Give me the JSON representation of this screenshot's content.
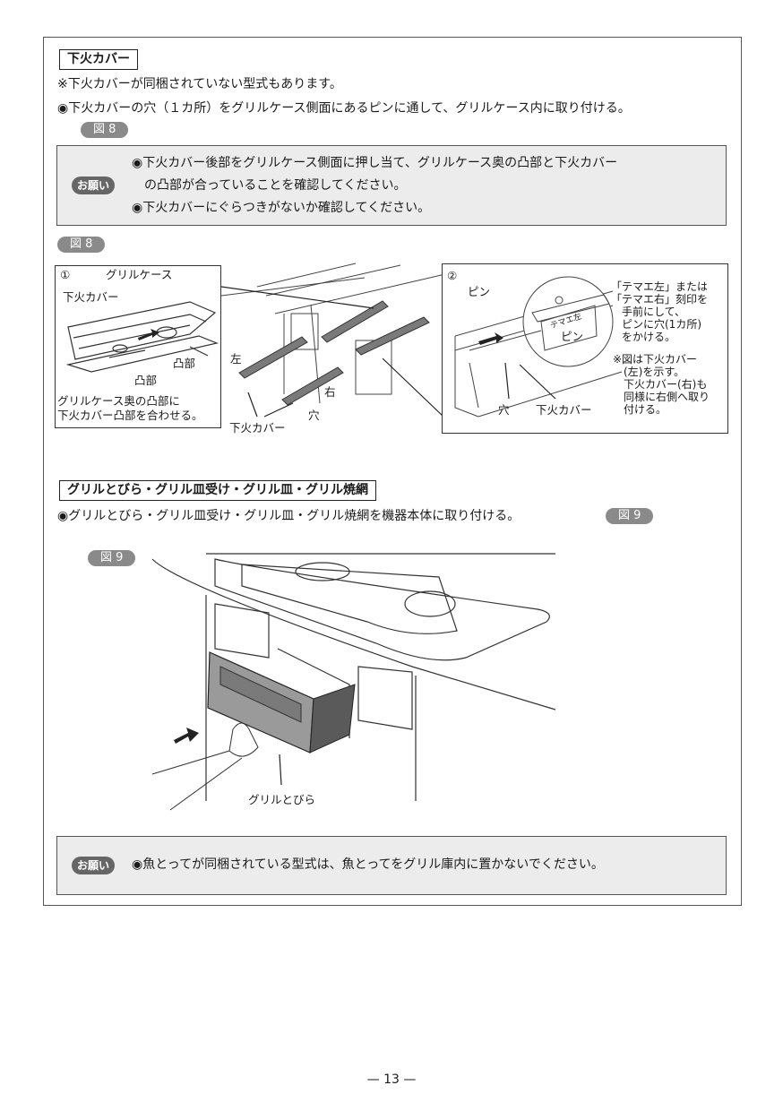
{
  "section1": {
    "title": "下火カバー",
    "note": "※下火カバーが同梱されていない型式もあります。",
    "instruction": "◉下火カバーの穴（１カ所）をグリルケース側面にあるピンに通して、グリルケース内に取り付ける。",
    "fig_ref": "図 8",
    "request_label": "お願い",
    "request_lines": [
      "◉下火カバー後部をグリルケース側面に押し当て、グリルケース奥の凸部と下火カバー",
      "　の凸部が合っていることを確認してください。",
      "◉下火カバーにぐらつきがないか確認してください。"
    ]
  },
  "figure8": {
    "label": "図 8",
    "panel1": {
      "num": "①",
      "label_case": "グリルケース",
      "label_cover": "下火カバー",
      "label_boss1": "凸部",
      "label_boss2": "凸部",
      "caption_lines": [
        "グリルケース奥の凸部に",
        "下火カバー凸部を合わせる。"
      ]
    },
    "center": {
      "label_left": "左",
      "label_right": "右",
      "label_hole": "穴",
      "label_cover": "下火カバー"
    },
    "panel2": {
      "num": "②",
      "label_pin": "ピン",
      "label_pin_zoom": "ピン",
      "label_hole": "穴",
      "label_cover": "下火カバー",
      "engraving": "テマエ左",
      "note_lines": [
        "「テマエ左」または",
        "「テマエ右」刻印を",
        "　手前にして、",
        "　ピンに穴(1カ所)",
        "　をかける。"
      ],
      "extra_lines": [
        "※図は下火カバー",
        "　(左)を示す。",
        "　下火カバー(右)も",
        "　同様に右側へ取り",
        "　付ける。"
      ]
    }
  },
  "section2": {
    "title": "グリルとびら・グリル皿受け・グリル皿・グリル焼網",
    "instruction": "◉グリルとびら・グリル皿受け・グリル皿・グリル焼網を機器本体に取り付ける。",
    "fig_ref": "図 9"
  },
  "figure9": {
    "label": "図 9",
    "door_label": "グリルとびら"
  },
  "request2": {
    "label": "お願い",
    "text": "◉魚とってが同梱されている型式は、魚とってをグリル庫内に置かないでください。"
  },
  "page_number": "— 13 —",
  "colors": {
    "pill": "#8a8a8a",
    "note_bg": "#ececec",
    "onegai": "#666666"
  }
}
